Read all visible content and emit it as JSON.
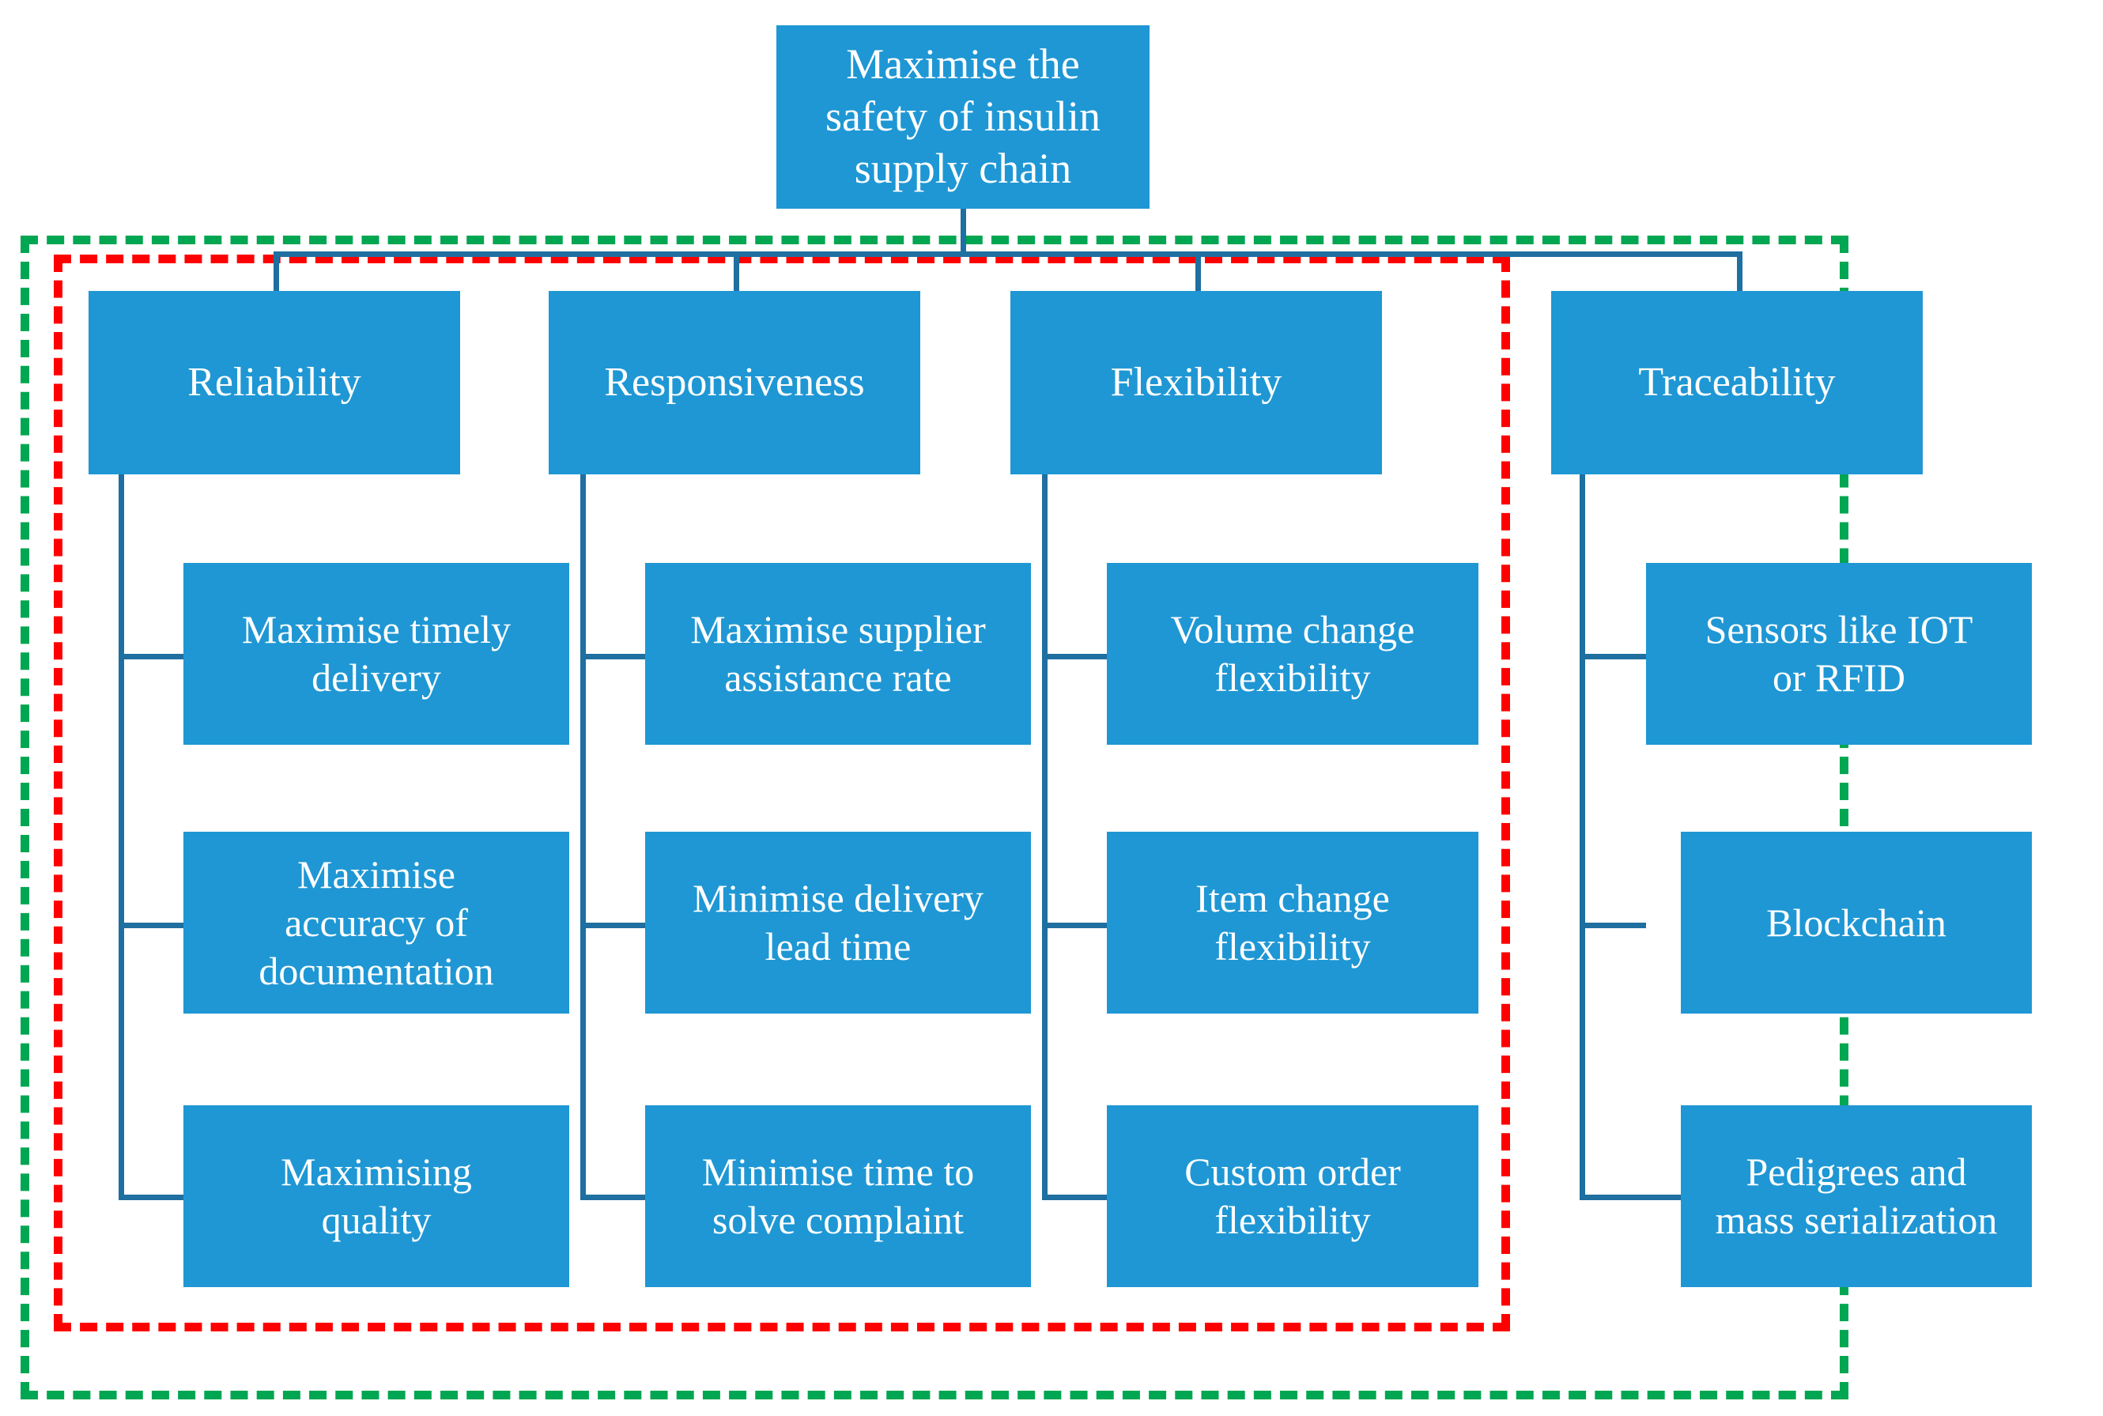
{
  "diagram": {
    "title": "Maximise the safety of insulin supply chain",
    "type": "hierarchy-tree",
    "colors": {
      "node_fill": "#1F97D4",
      "node_text": "#FFFFFF",
      "connector": "#1F6FA0",
      "frame_inner": "#FF0000",
      "frame_outer": "#00A651",
      "background": "#FFFFFF"
    },
    "root": {
      "label": "Maximise the\nsafety of insulin\nsupply chain"
    },
    "branches": [
      {
        "label": "Reliability",
        "children": [
          {
            "label": "Maximise timely\ndelivery"
          },
          {
            "label": "Maximise\naccuracy of\ndocumentation"
          },
          {
            "label": "Maximising\nquality"
          }
        ]
      },
      {
        "label": "Responsiveness",
        "children": [
          {
            "label": "Maximise supplier\nassistance rate"
          },
          {
            "label": "Minimise delivery\nlead time"
          },
          {
            "label": "Minimise time to\nsolve complaint"
          }
        ]
      },
      {
        "label": "Flexibility",
        "children": [
          {
            "label": "Volume change\nflexibility"
          },
          {
            "label": "Item change\nflexibility"
          },
          {
            "label": "Custom order\nflexibility"
          }
        ]
      },
      {
        "label": "Traceability",
        "children": [
          {
            "label": "Sensors like IOT\nor RFID"
          },
          {
            "label": "Blockchain"
          },
          {
            "label": "Pedigrees and\nmass serialization"
          }
        ]
      }
    ],
    "frames": [
      {
        "name": "inner-red-dashed-frame",
        "style": "red dashed",
        "encloses": "Reliability, Responsiveness, Flexibility"
      },
      {
        "name": "outer-green-dashed-frame",
        "style": "green dashed",
        "encloses": "Reliability, Responsiveness, Flexibility, Traceability"
      }
    ]
  }
}
